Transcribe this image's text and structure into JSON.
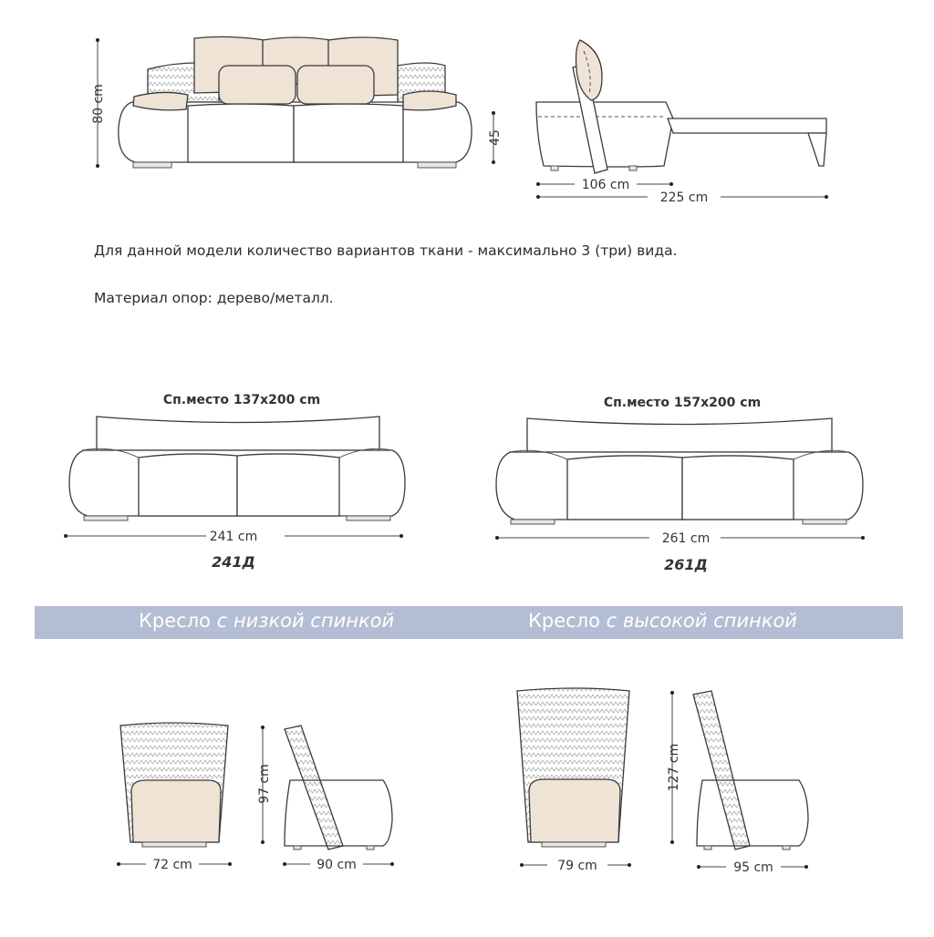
{
  "top": {
    "height_label": "80 cm",
    "seat_height_label": "45",
    "depth_label": "106 cm",
    "extended_depth_label": "225 cm"
  },
  "info": {
    "line1": "Для данной модели количество вариантов ткани - максимально 3 (три) вида.",
    "line2": "Материал опор: дерево/металл."
  },
  "models": [
    {
      "sleep_label": "Сп.место 137х200 cm",
      "width_label": "241 cm",
      "code": "241Д"
    },
    {
      "sleep_label": "Сп.место 157х200 cm",
      "width_label": "261 cm",
      "code": "261Д"
    }
  ],
  "banner": {
    "left_bold": "Кресло",
    "left_light": "с низкой спинкой",
    "right_bold": "Кресло",
    "right_light": "с высокой спинкой",
    "color": "#b3bdd3"
  },
  "chairs": [
    {
      "height_label": "97 cm",
      "width_label": "72 cm",
      "depth_label": "90 cm"
    },
    {
      "height_label": "127 cm",
      "width_label": "79 cm",
      "depth_label": "95 cm"
    }
  ],
  "colors": {
    "cushion": "#efe3d6",
    "outline": "#3a3a3a"
  }
}
